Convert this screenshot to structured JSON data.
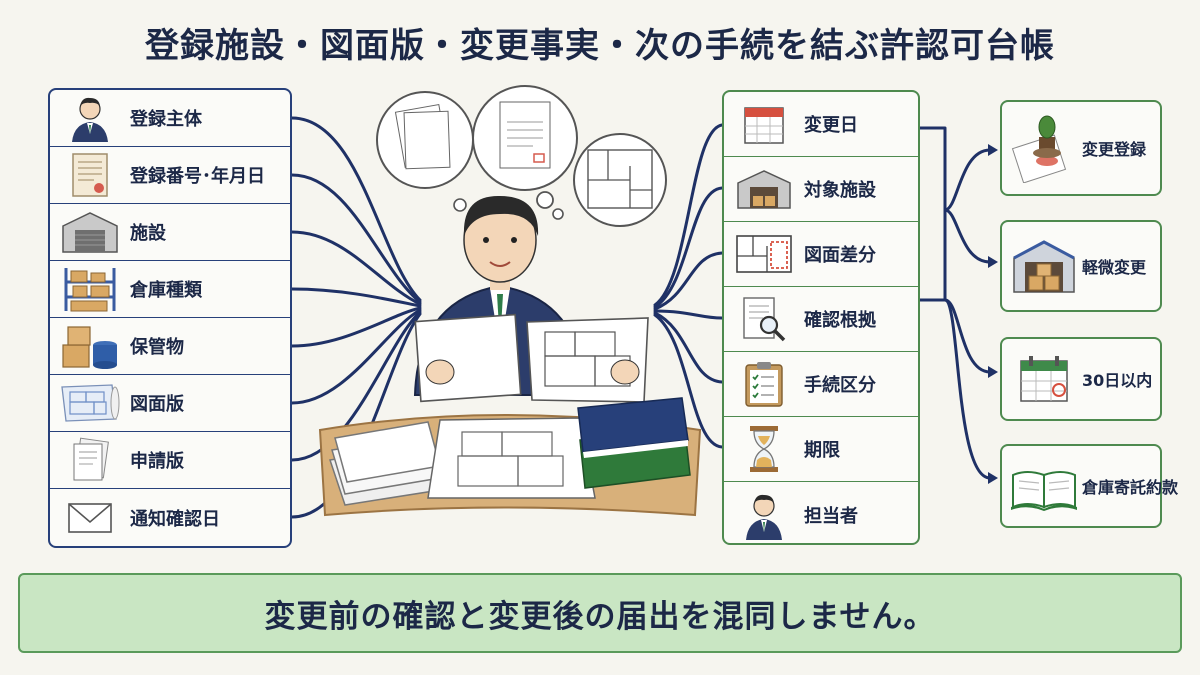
{
  "title": "登録施設・図面版・変更事実・次の手続を結ぶ許認可台帳",
  "left_items": [
    {
      "label": "登録主体",
      "icon": "person-icon"
    },
    {
      "label": "登録番号･年月日",
      "icon": "certificate-icon"
    },
    {
      "label": "施設",
      "icon": "warehouse-icon"
    },
    {
      "label": "倉庫種類",
      "icon": "shelving-icon"
    },
    {
      "label": "保管物",
      "icon": "boxes-barrel-icon"
    },
    {
      "label": "図面版",
      "icon": "blueprint-icon"
    },
    {
      "label": "申請版",
      "icon": "document-stack-icon"
    },
    {
      "label": "通知確認日",
      "icon": "envelope-icon"
    }
  ],
  "mid_items": [
    {
      "label": "変更日",
      "icon": "calendar-icon"
    },
    {
      "label": "対象施設",
      "icon": "warehouse-icon"
    },
    {
      "label": "図面差分",
      "icon": "floorplan-diff-icon"
    },
    {
      "label": "確認根拠",
      "icon": "magnifier-document-icon"
    },
    {
      "label": "手続区分",
      "icon": "checklist-clipboard-icon"
    },
    {
      "label": "期限",
      "icon": "hourglass-icon"
    },
    {
      "label": "担当者",
      "icon": "person-icon"
    }
  ],
  "outcomes": [
    {
      "label": "変更登録",
      "icon": "stamp-icon"
    },
    {
      "label": "軽微変更",
      "icon": "warehouse-boxes-icon"
    },
    {
      "label": "30日以内",
      "icon": "calendar-marked-icon"
    },
    {
      "label": "倉庫寄託約款",
      "icon": "open-book-icon"
    }
  ],
  "banner": "変更前の確認と変更後の届出を混同しません。",
  "colors": {
    "navy": "#27407a",
    "green": "#4e8a4f",
    "banner_bg": "#c9e6c3",
    "background": "#f6f5ef"
  }
}
